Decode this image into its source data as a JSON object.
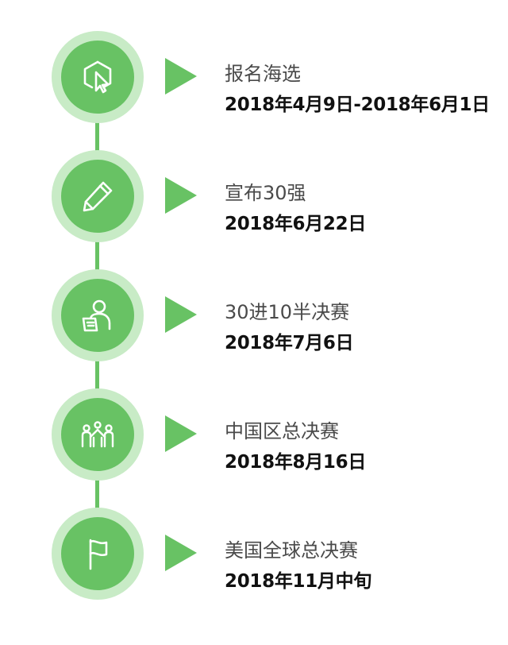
{
  "stages": [
    {
      "title": "报名海选",
      "date": "2018年4月9日-2018年6月1日",
      "icon": "cursor-hexagon-icon"
    },
    {
      "title": "宣布30强",
      "date": "2018年6月22日",
      "icon": "pencil-icon"
    },
    {
      "title": "30进10半决赛",
      "date": "2018年7月6日",
      "icon": "person-clipboard-icon"
    },
    {
      "title": "中国区总决赛",
      "date": "2018年8月16日",
      "icon": "team-people-icon"
    },
    {
      "title": "美国全球总决赛",
      "date": "2018年11月中旬",
      "icon": "flag-icon"
    }
  ],
  "colors": {
    "accent": "#68c264",
    "halo": "#c8ebc6",
    "title_text": "#4a4a4a",
    "date_text": "#111111"
  }
}
